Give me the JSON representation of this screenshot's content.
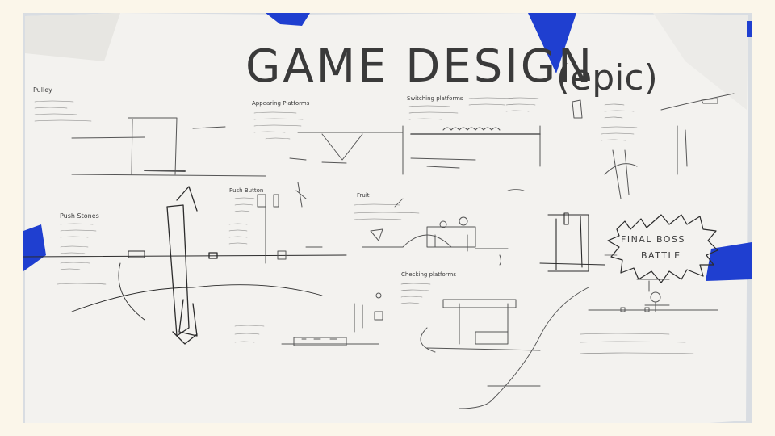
{
  "title": "GAME DESIGN",
  "title_suffix": "(epic)",
  "boss_label_line1": "FINAL BOSS",
  "boss_label_line2": "BATTLE",
  "section_labels": {
    "pulley": "Pulley",
    "platforms": "Appearing Platforms",
    "switching": "Switching platforms",
    "pushbutton": "Push Button",
    "push_stones": "Push Stones",
    "fruit": "Fruit",
    "checkpoint": "Checking platforms"
  },
  "colors": {
    "tape": "#1f3fd0",
    "paper": "#f3f2ef",
    "pencil": "#555555",
    "marker": "#2b2b2b",
    "background": "#fbf6ea"
  }
}
